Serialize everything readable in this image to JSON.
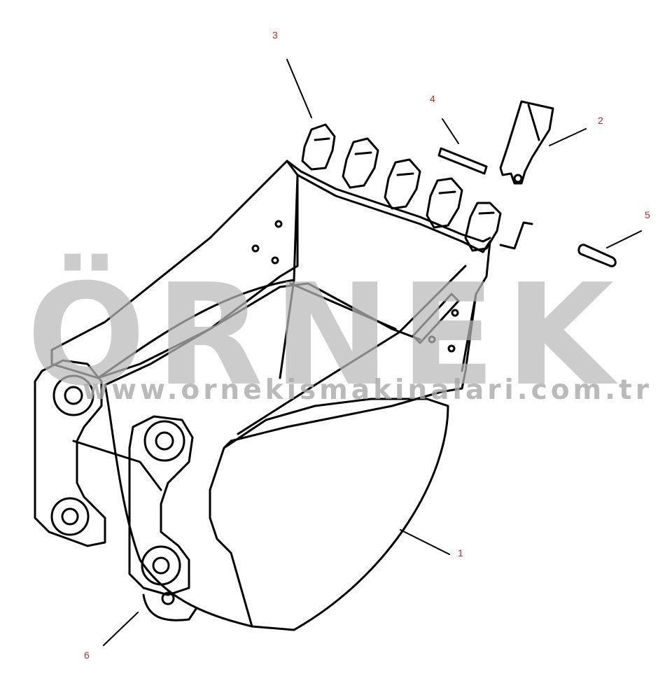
{
  "callouts": {
    "c1": "1",
    "c2": "2",
    "c3": "3",
    "c4": "4",
    "c5": "5",
    "c6": "6"
  },
  "watermark": {
    "brand": "ÖRNEK",
    "url": "www.ornekismakinalari.com.tr",
    "umlaut_color": "#f3d79a",
    "text_color": "#b9b9b9"
  },
  "colors": {
    "line": "#000000",
    "callout_text": "#c0282a"
  }
}
